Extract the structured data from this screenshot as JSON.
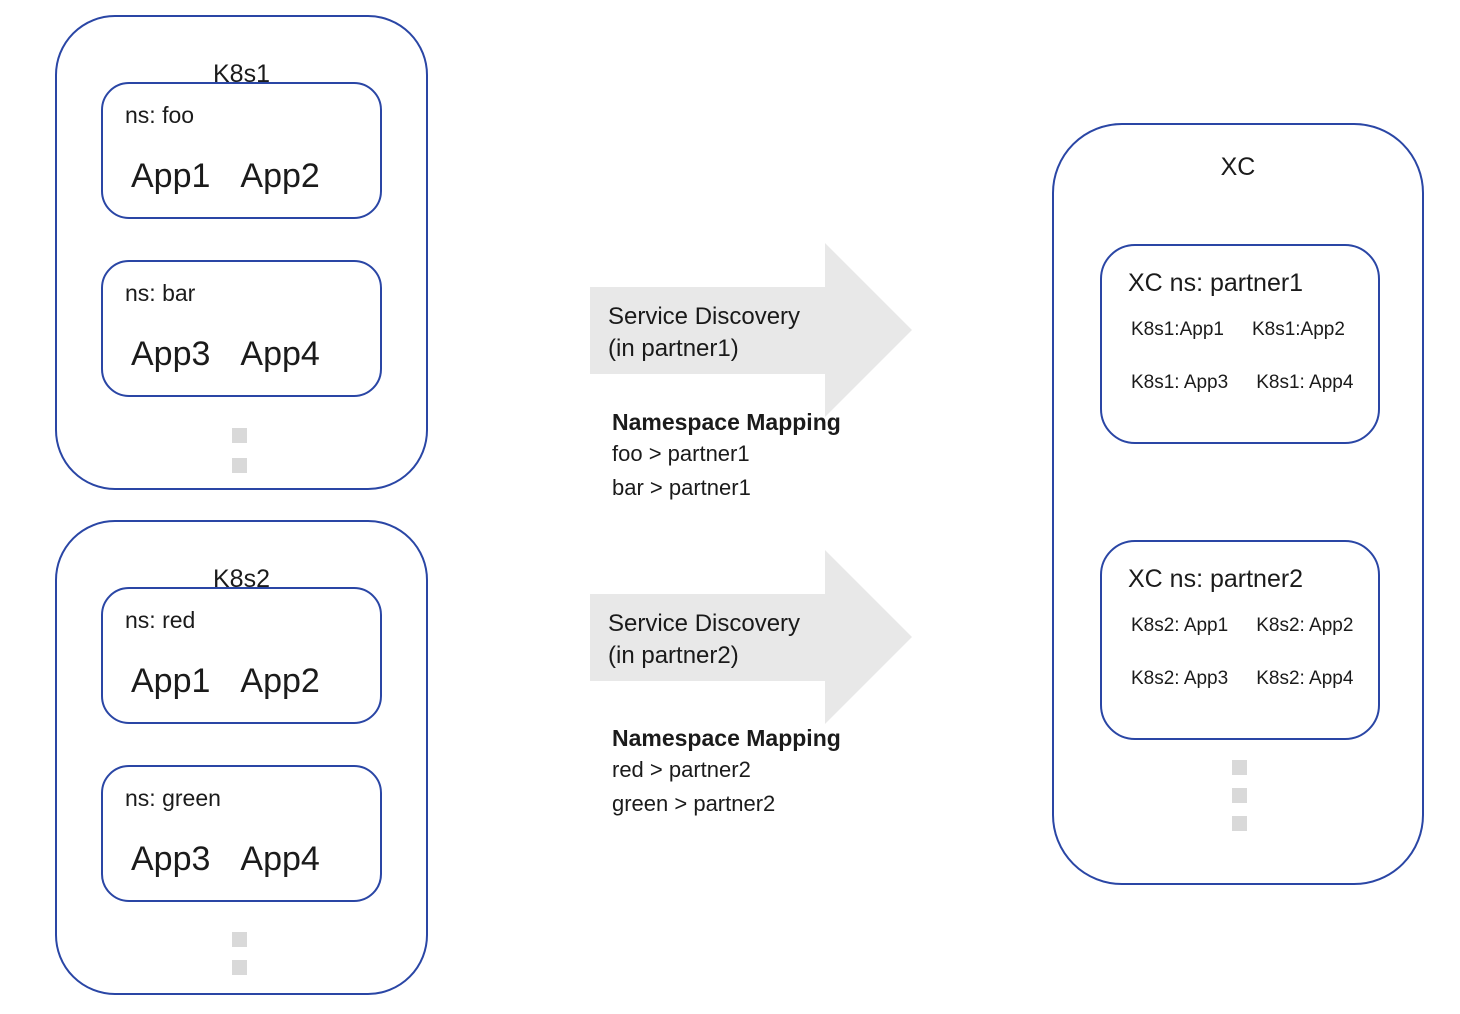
{
  "clusters": [
    {
      "title": "K8s1",
      "namespaces": [
        {
          "label": "ns: foo",
          "apps": [
            "App1",
            "App2"
          ]
        },
        {
          "label": "ns: bar",
          "apps": [
            "App3",
            "App4"
          ]
        }
      ]
    },
    {
      "title": "K8s2",
      "namespaces": [
        {
          "label": "ns: red",
          "apps": [
            "App1",
            "App2"
          ]
        },
        {
          "label": "ns: green",
          "apps": [
            "App3",
            "App4"
          ]
        }
      ]
    }
  ],
  "flows": [
    {
      "arrow_label_line1": "Service Discovery",
      "arrow_label_line2": "(in partner1)",
      "mapping_title": "Namespace Mapping",
      "mappings": [
        "foo > partner1",
        "bar > partner1"
      ]
    },
    {
      "arrow_label_line1": "Service Discovery",
      "arrow_label_line2": "(in partner2)",
      "mapping_title": "Namespace Mapping",
      "mappings": [
        "red > partner2",
        "green > partner2"
      ]
    }
  ],
  "xc": {
    "title": "XC",
    "namespaces": [
      {
        "label": "XC ns: partner1",
        "rows": [
          [
            "K8s1:App1",
            "K8s1:App2"
          ],
          [
            "K8s1: App3",
            "K8s1: App4"
          ]
        ]
      },
      {
        "label": "XC ns: partner2",
        "rows": [
          [
            "K8s2: App1",
            "K8s2: App2"
          ],
          [
            "K8s2: App3",
            "K8s2: App4"
          ]
        ]
      }
    ]
  },
  "colors": {
    "border_blue": "#2A46A5",
    "arrow_gray": "#E8E8E8",
    "dot_gray": "#D9D9D9",
    "text": "#1B1B1B"
  }
}
